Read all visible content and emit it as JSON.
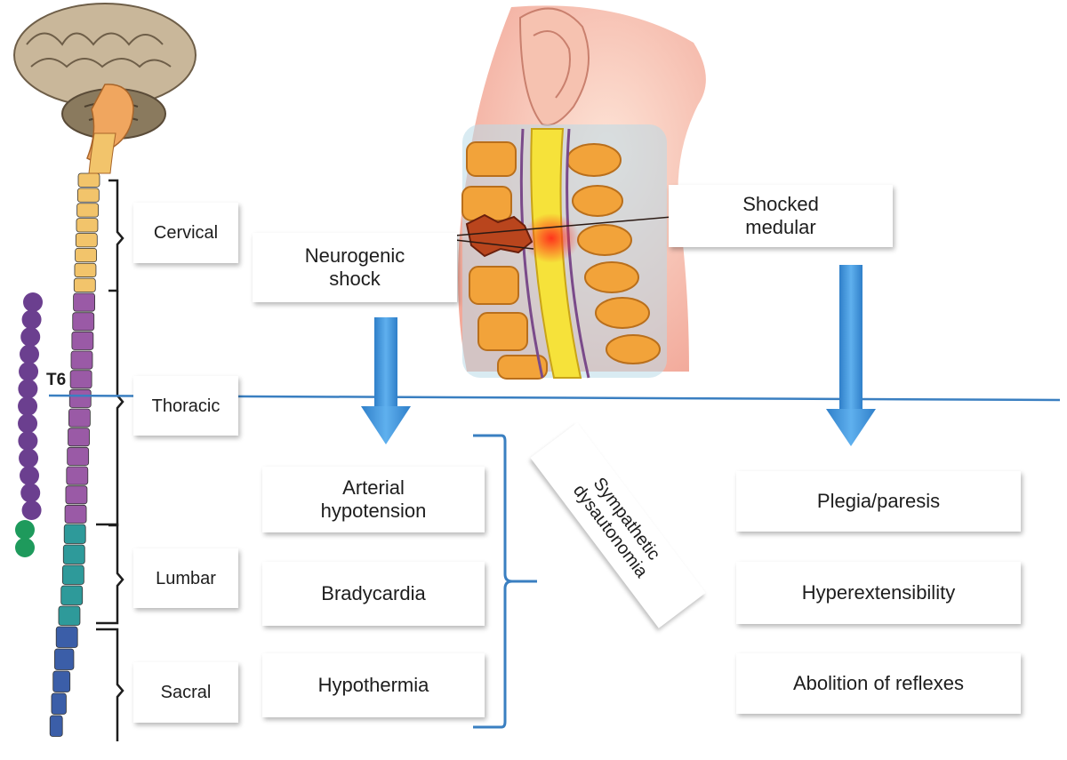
{
  "regions": {
    "cervical": "Cervical",
    "thoracic": "Thoracic",
    "lumbar": "Lumbar",
    "sacral": "Sacral",
    "t6": "T6"
  },
  "neurogenic_shock": {
    "line1": "Neurogenic",
    "line2": "shock"
  },
  "shocked_medular": {
    "line1": "Shocked",
    "line2": "medular"
  },
  "sympathetic": {
    "line1": "Sympathetic",
    "line2": "dysautonomia"
  },
  "left_effects": [
    {
      "line1": "Arterial",
      "line2": "hypotension"
    },
    {
      "line1": "Bradycardia"
    },
    {
      "line1": "Hypothermia"
    }
  ],
  "right_effects": [
    {
      "line1": "Plegia/paresis"
    },
    {
      "line1": "Hyperextensibility"
    },
    {
      "line1": "Abolition of reflexes"
    }
  ],
  "colors": {
    "connector": "#3a7fc1",
    "arrow": "#3d8fd6",
    "cervical": "#f2c46b",
    "thoracic": "#9a5aa6",
    "lumbar": "#2e9a9a",
    "sacral": "#3b5ea8",
    "spinal_cord": "#f6e23a",
    "injury": "#e8322a"
  }
}
